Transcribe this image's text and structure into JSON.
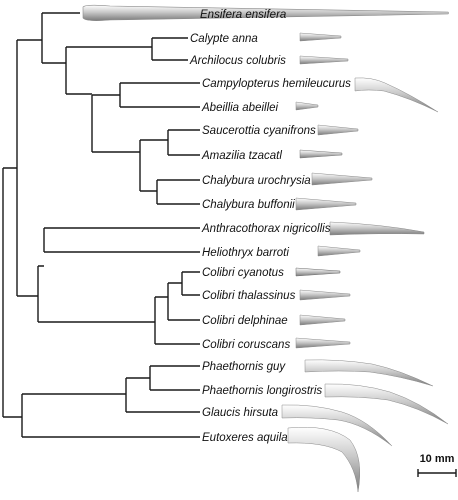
{
  "taxa": [
    {
      "name": "Ensifera ensifera",
      "beak": "very-long-straight",
      "beak_shade": "#a9a9a9"
    },
    {
      "name": "Calypte anna",
      "beak": "short-straight",
      "beak_shade": "#b3b3b3"
    },
    {
      "name": "Archilocus colubris",
      "beak": "short-straight",
      "beak_shade": "#b3b3b3"
    },
    {
      "name": "Campylopterus hemileucurus",
      "beak": "long-curved",
      "beak_shade": "#a9a9a9"
    },
    {
      "name": "Abeillia abeillei",
      "beak": "very-short",
      "beak_shade": "#b3b3b3"
    },
    {
      "name": "Saucerottia cyanifrons",
      "beak": "short-straight",
      "beak_shade": "#b0b0b0"
    },
    {
      "name": "Amazilia tzacatl",
      "beak": "short-straight",
      "beak_shade": "#9e9e9e"
    },
    {
      "name": "Chalybura urochrysia",
      "beak": "medium-straight",
      "beak_shade": "#adadad"
    },
    {
      "name": "Chalybura buffonii",
      "beak": "medium-straight",
      "beak_shade": "#adadad"
    },
    {
      "name": "Anthracothorax nigricollis",
      "beak": "medium-slightly-curved",
      "beak_shade": "#b0b0b0"
    },
    {
      "name": "Heliothryx barroti",
      "beak": "short-straight",
      "beak_shade": "#b0b0b0"
    },
    {
      "name": "Colibri cyanotus",
      "beak": "short-straight",
      "beak_shade": "#8f8f8f"
    },
    {
      "name": "Colibri thalassinus",
      "beak": "short-straight",
      "beak_shade": "#b0b0b0"
    },
    {
      "name": "Colibri delphinae",
      "beak": "short-straight",
      "beak_shade": "#b0b0b0"
    },
    {
      "name": "Colibri coruscans",
      "beak": "short-straight",
      "beak_shade": "#b0b0b0"
    },
    {
      "name": "Phaethornis guy",
      "beak": "long-curved",
      "beak_shade": "#adadad"
    },
    {
      "name": "Phaethornis longirostris",
      "beak": "long-curved",
      "beak_shade": "#adadad"
    },
    {
      "name": "Glaucis hirsuta",
      "beak": "long-curved",
      "beak_shade": "#adadad"
    },
    {
      "name": "Eutoxeres aquila",
      "beak": "strongly-hooked",
      "beak_shade": "#b5b5b5"
    }
  ],
  "scale_bar": {
    "label": "10 mm"
  }
}
